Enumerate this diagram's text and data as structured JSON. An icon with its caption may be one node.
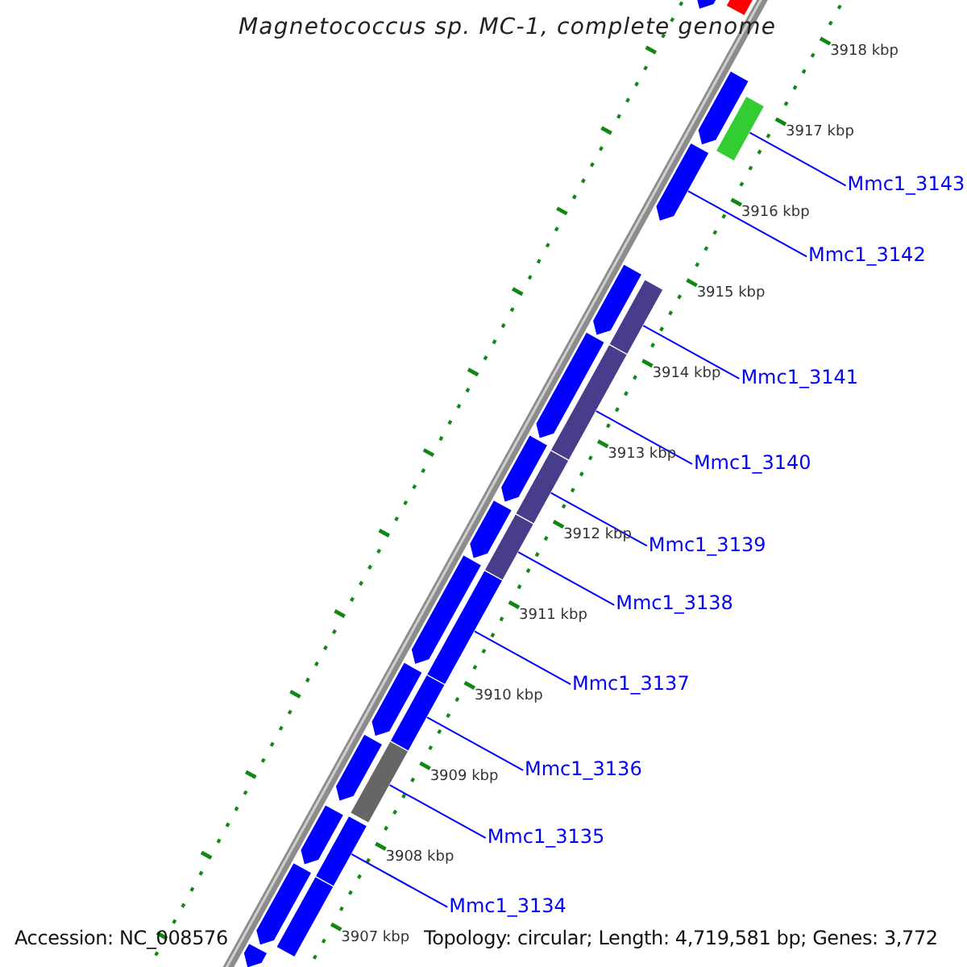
{
  "diagram": {
    "title": "Magnetococcus sp. MC-1, complete genome",
    "nodes": [
      {
        "text": [
          "Mmc1_3143"
        ]
      },
      {
        "text": [
          "Mmc1_3142"
        ]
      },
      {
        "text": [
          "Mmc1_3141"
        ]
      },
      {
        "text": [
          "Mmc1_3140"
        ]
      },
      {
        "text": [
          "Mmc1_3139"
        ]
      },
      {
        "text": [
          "Mmc1_3138"
        ]
      },
      {
        "text": [
          "Mmc1_3137"
        ]
      },
      {
        "text": [
          "Mmc1_3136"
        ]
      },
      {
        "text": [
          "Mmc1_3135"
        ]
      },
      {
        "text": [
          "Mmc1_3134"
        ]
      },
      {
        "text": [],
        "shape": "arrow"
      },
      {
        "text": [],
        "shape": "bar"
      },
      {
        "text": [],
        "shape": "arrow"
      },
      {
        "text": [],
        "shape": "bar"
      },
      {
        "text": [],
        "shape": "arrow"
      },
      {
        "text": [],
        "shape": "arrow"
      },
      {
        "text": [],
        "shape": "bar"
      },
      {
        "text": [],
        "shape": "arrow"
      },
      {
        "text": [],
        "shape": "bar"
      },
      {
        "text": [],
        "shape": "arrow"
      },
      {
        "text": [],
        "shape": "bar"
      },
      {
        "text": [],
        "shape": "arrow"
      },
      {
        "text": [],
        "shape": "bar"
      },
      {
        "text": [],
        "shape": "arrow"
      },
      {
        "text": [],
        "shape": "bar"
      },
      {
        "text": [],
        "shape": "arrow"
      },
      {
        "text": [],
        "shape": "bar"
      },
      {
        "text": [],
        "shape": "bar"
      },
      {
        "text": [],
        "shape": "arrow"
      },
      {
        "text": [],
        "shape": "bar"
      },
      {
        "text": [],
        "shape": "arrow"
      },
      {
        "text": [],
        "shape": "arrow"
      },
      {
        "text": [],
        "shape": "bar"
      },
      {
        "text": [],
        "shape": "arrow"
      }
    ],
    "edges": [
      {
        "from": 0,
        "to": 13,
        "arrow": "none"
      },
      {
        "from": 1,
        "to": 14,
        "arrow": "none"
      },
      {
        "from": 2,
        "to": 16,
        "arrow": "none"
      },
      {
        "from": 3,
        "to": 18,
        "arrow": "none"
      },
      {
        "from": 4,
        "to": 20,
        "arrow": "none"
      },
      {
        "from": 5,
        "to": 22,
        "arrow": "none"
      },
      {
        "from": 6,
        "to": 24,
        "arrow": "none"
      },
      {
        "from": 7,
        "to": 26,
        "arrow": "none"
      },
      {
        "from": 8,
        "to": 27,
        "arrow": "none"
      },
      {
        "from": 9,
        "to": 29,
        "arrow": "none"
      }
    ],
    "labels": [
      "3918 kbp",
      "3917 kbp",
      "3916 kbp",
      "3915 kbp",
      "3914 kbp",
      "3913 kbp",
      "3912 kbp",
      "3911 kbp",
      "3910 kbp",
      "3909 kbp",
      "3908 kbp",
      "3907 kbp",
      "Accession: NC_008576",
      "Topology: circular; Length: 4,719,581 bp; Genes: 3,772"
    ]
  }
}
